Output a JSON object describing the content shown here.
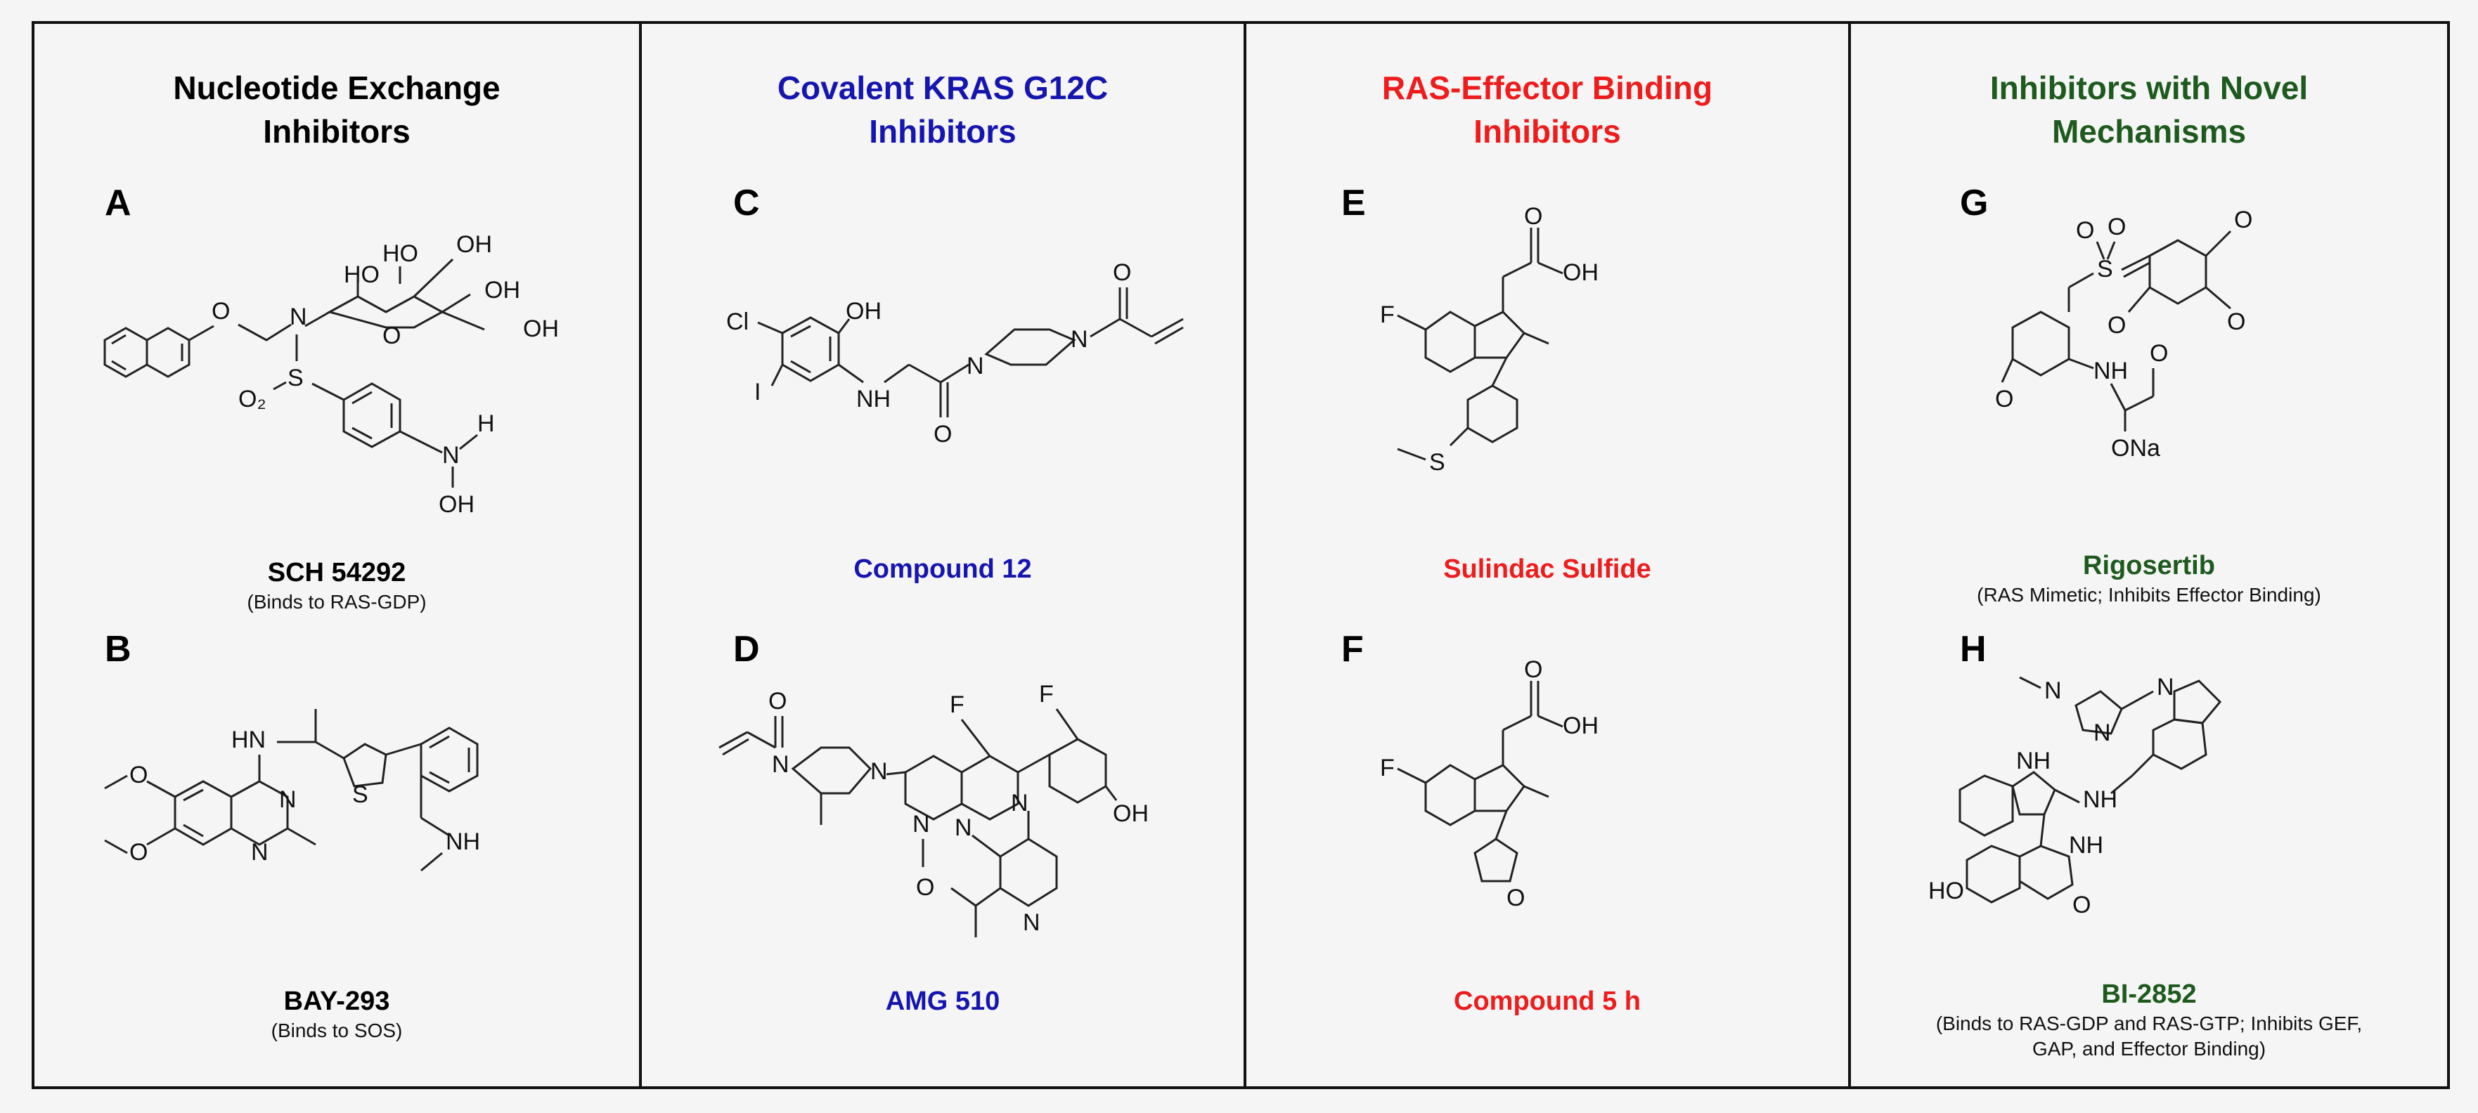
{
  "columns": [
    {
      "title_line1": "Nucleotide Exchange",
      "title_line2": "Inhibitors",
      "color": "#000000",
      "compounds": [
        {
          "letter": "A",
          "name": "SCH 54292",
          "note": "(Binds to RAS-GDP)"
        },
        {
          "letter": "B",
          "name": "BAY-293",
          "note": "(Binds to SOS)"
        }
      ]
    },
    {
      "title_line1": "Covalent KRAS G12C",
      "title_line2": "Inhibitors",
      "color": "#1515b0",
      "compounds": [
        {
          "letter": "C",
          "name": "Compound 12",
          "note": ""
        },
        {
          "letter": "D",
          "name": "AMG 510",
          "note": ""
        }
      ]
    },
    {
      "title_line1": "RAS-Effector Binding",
      "title_line2": "Inhibitors",
      "color": "#ee1c1c",
      "compounds": [
        {
          "letter": "E",
          "name": "Sulindac Sulfide",
          "note": ""
        },
        {
          "letter": "F",
          "name": "Compound 5 h",
          "note": ""
        }
      ]
    },
    {
      "title_line1": "Inhibitors with Novel",
      "title_line2": "Mechanisms",
      "color": "#1e5a1e",
      "compounds": [
        {
          "letter": "G",
          "name": "Rigosertib",
          "note": "(RAS Mimetic; Inhibits Effector Binding)"
        },
        {
          "letter": "H",
          "name": "BI-2852",
          "note_line1": "(Binds to RAS-GDP and RAS-GTP; Inhibits GEF,",
          "note_line2": "GAP, and Effector Binding)"
        }
      ]
    }
  ],
  "atom_labels": {
    "O": "O",
    "N": "N",
    "S": "S",
    "H": "H",
    "F": "F",
    "Cl": "Cl",
    "I": "I",
    "OH": "OH",
    "HO": "HO",
    "NH": "NH",
    "HN": "HN",
    "O2": "O₂",
    "ONa": "ONa"
  }
}
